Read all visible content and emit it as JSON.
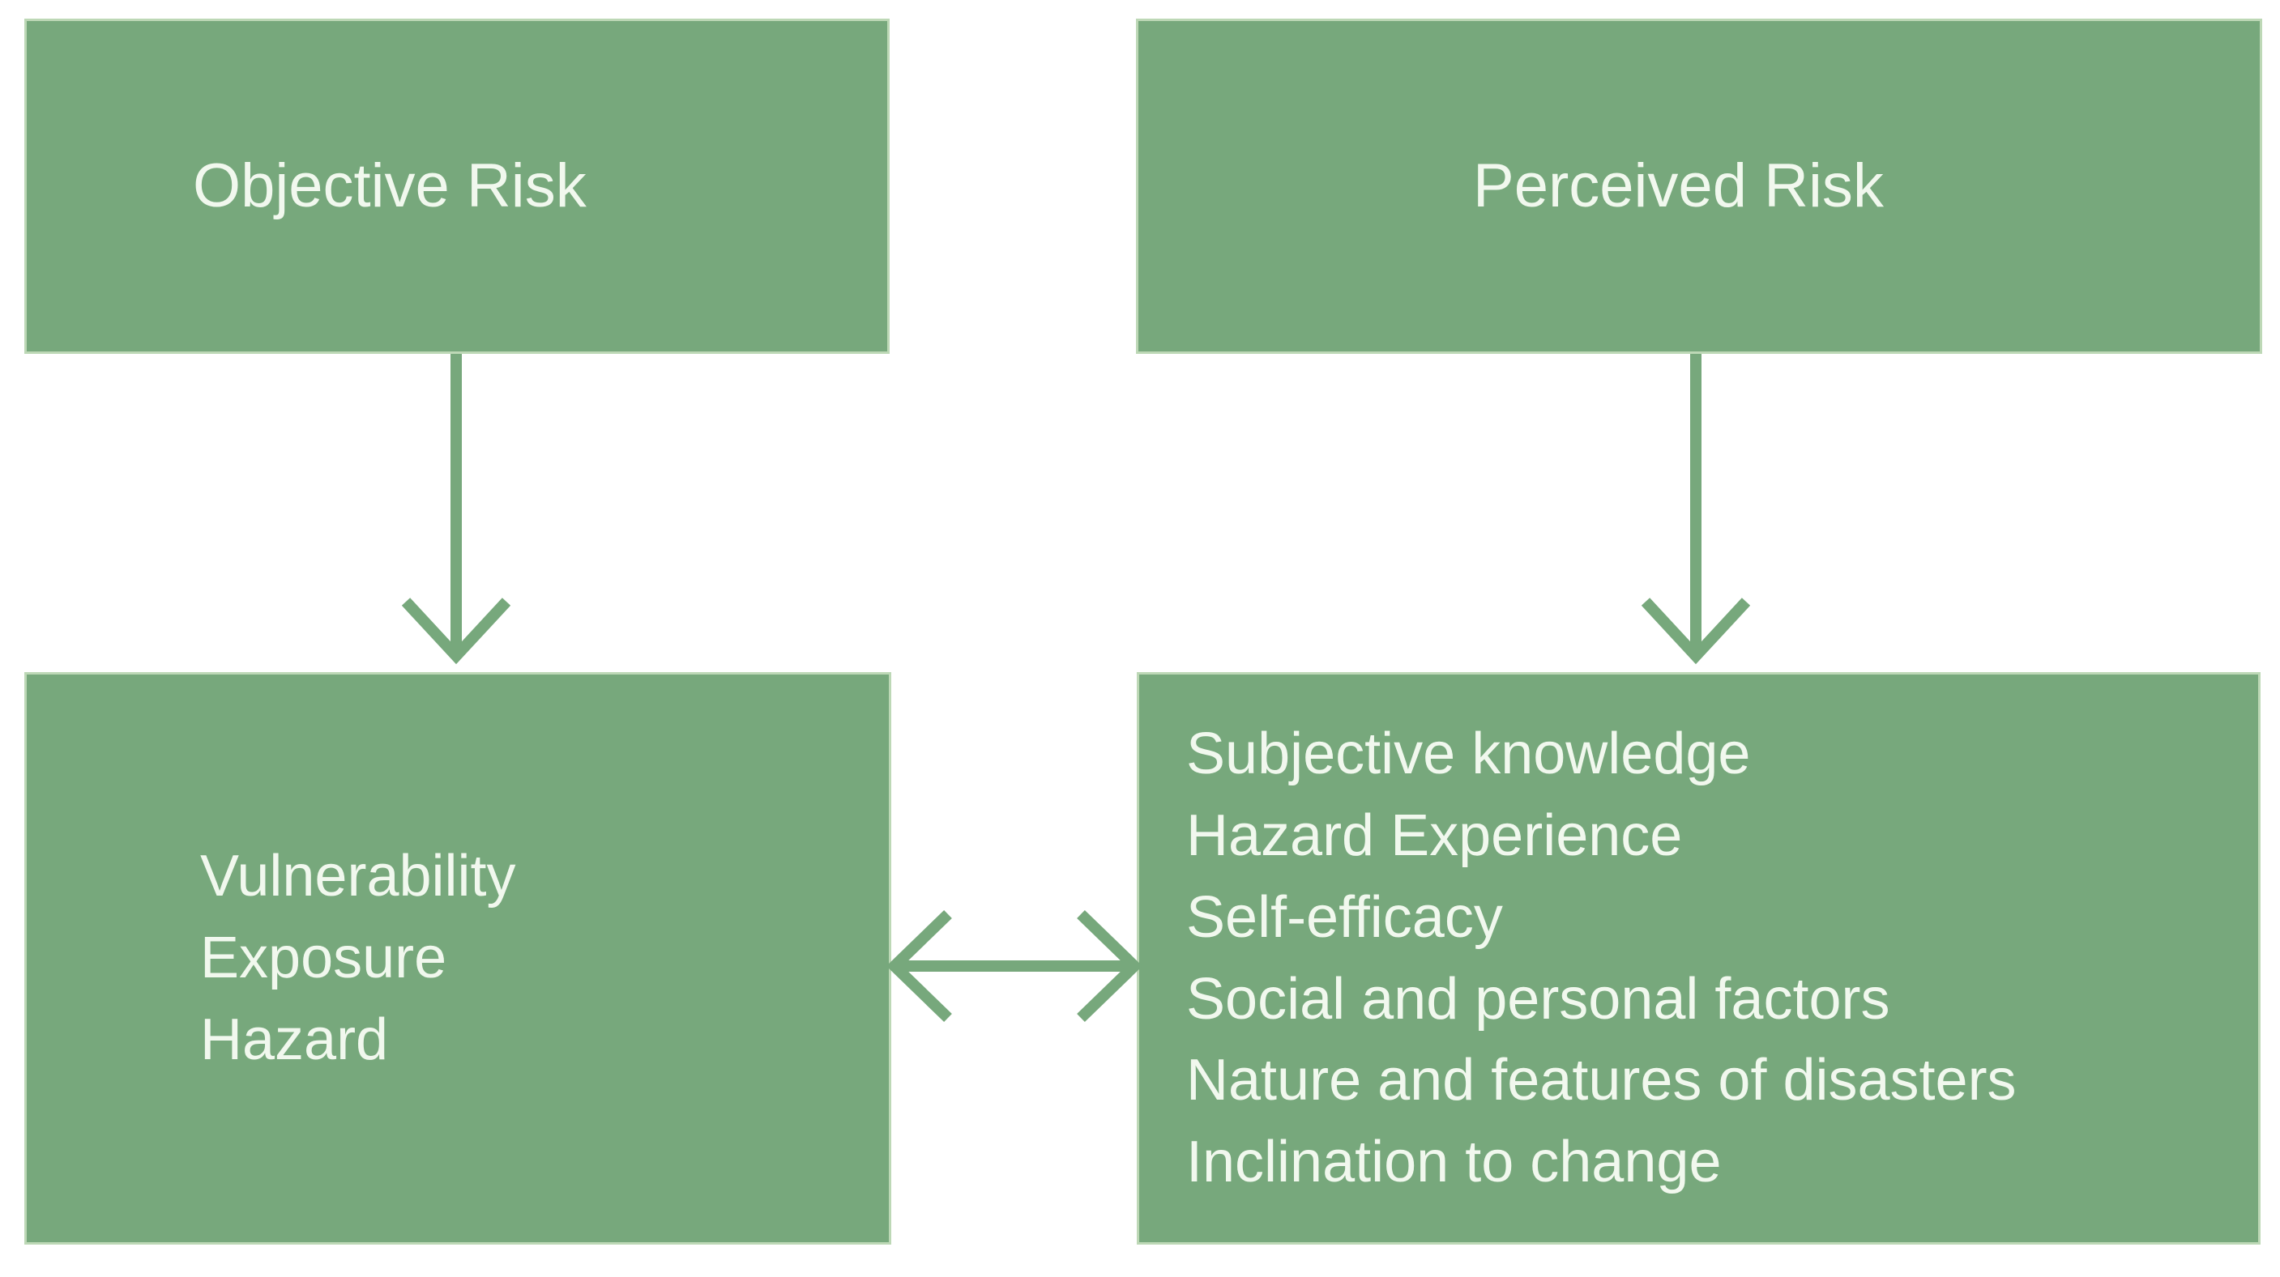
{
  "colors": {
    "background": "#ffffff",
    "box_fill": "#77a87c",
    "box_edge": "#bdd8b6",
    "text": "#f1f8ee",
    "arrow": "#77a87c"
  },
  "boxes": {
    "objective_risk": {
      "title": "Objective Risk"
    },
    "perceived_risk": {
      "title": "Perceived Risk"
    },
    "objective_risk_factors": {
      "lines": [
        "Vulnerability",
        "Exposure",
        "Hazard"
      ]
    },
    "perceived_risk_factors": {
      "lines": [
        "Subjective knowledge",
        "Hazard Experience",
        "Self-efficacy",
        "Social and personal factors",
        "Nature and features of disasters",
        "Inclination to change"
      ]
    }
  },
  "arrows": [
    {
      "name": "objective-risk-to-factors",
      "type": "down"
    },
    {
      "name": "perceived-risk-to-factors",
      "type": "down"
    },
    {
      "name": "factors-bidirectional",
      "type": "double-horizontal"
    }
  ]
}
